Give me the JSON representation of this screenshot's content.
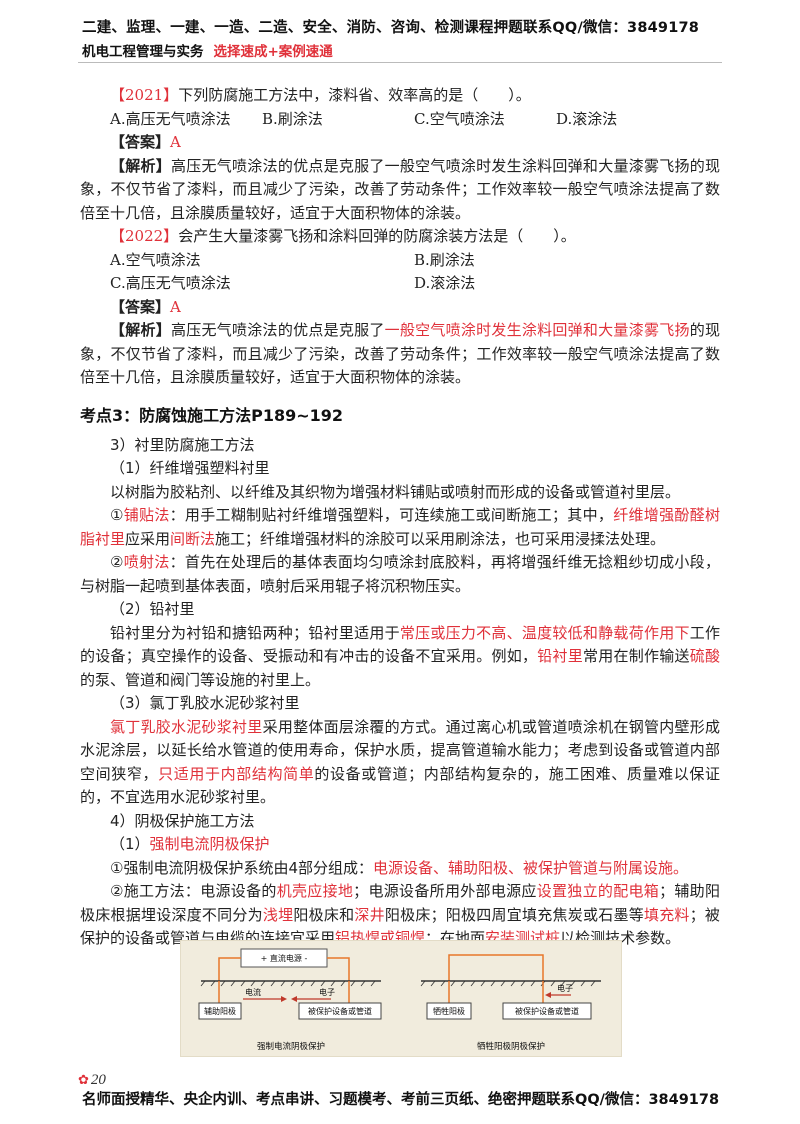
{
  "header": {
    "line1": "二建、监理、一建、一造、二造、安全、消防、咨询、检测课程押题联系QQ/微信：3849178",
    "subject": "机电工程管理与实务",
    "tagline": "选择速成+案例速通"
  },
  "q2021": {
    "year": "【2021】",
    "stem": "下列防腐施工方法中，漆料省、效率高的是（　　）。",
    "options": [
      "A.高压无气喷涂法",
      "B.刷涂法",
      "C.空气喷涂法",
      "D.滚涂法"
    ],
    "answer_label": "【答案】",
    "answer": "A",
    "analysis_label": "【解析】",
    "analysis": "高压无气喷涂法的优点是克服了一般空气喷涂时发生涂料回弹和大量漆雾飞扬的现象，不仅节省了漆料，而且减少了污染，改善了劳动条件；工作效率较一般空气喷涂法提高了数倍至十几倍，且涂膜质量较好，适宜于大面积物体的涂装。"
  },
  "q2022": {
    "year": "【2022】",
    "stem": "会产生大量漆雾飞扬和涂料回弹的防腐涂装方法是（　　）。",
    "options": [
      "A.空气喷涂法",
      "B.刷涂法",
      "C.高压无气喷涂法",
      "D.滚涂法"
    ],
    "answer_label": "【答案】",
    "answer": "A",
    "analysis_label": "【解析】",
    "analysis_a": "高压无气喷涂法的优点是克服了",
    "analysis_red": "一般空气喷涂时发生涂料回弹和大量漆雾飞扬",
    "analysis_b": "的现象，不仅节省了漆料，而且减少了污染，改善了劳动条件；工作效率较一般空气喷涂法提高了数倍至十几倍，且涂膜质量较好，适宜于大面积物体的涂装。"
  },
  "section": {
    "title": "考点3：防腐蚀施工方法P189~192",
    "s3": "3）衬里防腐施工方法",
    "s3_1": "（1）纤维增强塑料衬里",
    "s3_1_p": "以树脂为胶粘剂、以纤维及其织物为增强材料铺贴或喷射而形成的设备或管道衬里层。",
    "s3_1_a1": "①",
    "s3_1_a2": "铺贴法",
    "s3_1_a3": "：用手工糊制贴衬纤维增强塑料，可连续施工或间断施工；其中，",
    "s3_1_a4": "纤维增强酚醛树脂衬里",
    "s3_1_a5": "应采用",
    "s3_1_a6": "间断法",
    "s3_1_a7": "施工；纤维增强材料的涂胶可以采用刷涂法，也可采用浸揉法处理。",
    "s3_1_b1": "②",
    "s3_1_b2": "喷射法",
    "s3_1_b3": "：首先在处理后的基体表面均匀喷涂封底胶料，再将增强纤维无捻粗纱切成小段，与树脂一起喷到基体表面，喷射后采用辊子将沉积物压实。",
    "s3_2": "（2）铅衬里",
    "s3_2_a": "铅衬里分为衬铅和搪铅两种；铅衬里适用于",
    "s3_2_b": "常压或压力不高、温度较低和静载荷作用下",
    "s3_2_c": "工作的设备；真空操作的设备、受振动和有冲击的设备不宜采用。例如，",
    "s3_2_d": "铅衬里",
    "s3_2_e": "常用在制作输送",
    "s3_2_f": "硫酸",
    "s3_2_g": "的泵、管道和阀门等设施的衬里上。",
    "s3_3": "（3）氯丁乳胶水泥砂浆衬里",
    "s3_3_a": "氯丁乳胶水泥砂浆衬里",
    "s3_3_b": "采用整体面层涂覆的方式。通过离心机或管道喷涂机在钢管内壁形成水泥涂层，以延长给水管道的使用寿命，保护水质，提高管道输水能力；考虑到设备或管道内部空间狭窄，",
    "s3_3_c": "只适用于内部结构简单",
    "s3_3_d": "的设备或管道；内部结构复杂的，施工困难、质量难以保证的，不宜选用水泥砂浆衬里。",
    "s4": "4）阴极保护施工方法",
    "s4_1_a": "（1）",
    "s4_1_b": "强制电流阴极保护",
    "s4_1_p_a": "①强制电流阴极保护系统由4部分组成：",
    "s4_1_p_b": "电源设备、辅助阳极、被保护管道与附属设施。",
    "s4_2_a": "②施工方法：电源设备的",
    "s4_2_b": "机壳应接地",
    "s4_2_c": "；电源设备所用外部电源应",
    "s4_2_d": "设置独立的配电箱",
    "s4_2_e": "；辅助阳极床根据埋设深度不同分为",
    "s4_2_f": "浅埋",
    "s4_2_g": "阳极床和",
    "s4_2_h": "深井",
    "s4_2_i": "阳极床；阳极四周宜填充焦炭或石墨等",
    "s4_2_j": "填充料",
    "s4_2_k": "；被保护的设备或管道与电缆的连接宜采用",
    "s4_2_l": "铝热焊或铜焊",
    "s4_2_m": "；在地面",
    "s4_2_n": "安装测试桩",
    "s4_2_o": "以检测技术参数。"
  },
  "diagram": {
    "power_label": "+ 直流电源 -",
    "current_label": "电流",
    "electron_label": "电子",
    "aux_anode": "辅助阳极",
    "protected_1": "被保护设备或管道",
    "caption_1": "强制电流阴极保护",
    "sacrificial_anode": "牺牲阳极",
    "electron_label_2": "电子",
    "protected_2": "被保护设备或管道",
    "caption_2": "牺牲阳极阴极保护"
  },
  "footer": {
    "page_number": "20",
    "text": "名师面授精华、央企内训、考点串讲、习题模考、考前三页纸、绝密押题联系QQ/微信：3849178"
  }
}
